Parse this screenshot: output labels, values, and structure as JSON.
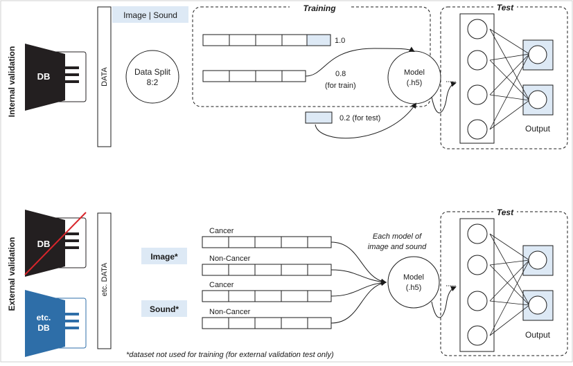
{
  "internal": {
    "side_label": "Internal validation",
    "db_label": "DB",
    "data_label": "DATA",
    "image_sound_label": "Image | Sound",
    "split_line1": "Data Split",
    "split_line2": "8:2",
    "training_title": "Training",
    "val_full": "1.0",
    "val_train": "0.8",
    "val_train_note": "(for train)",
    "val_test": "0.2 (for test)",
    "model_line1": "Model",
    "model_line2": "(.h5)",
    "test_title": "Test",
    "output_label": "Output"
  },
  "external": {
    "side_label": "External validation",
    "db_label": "DB",
    "etc_db_line1": "etc.",
    "etc_db_line2": "DB",
    "data_label": "etc. DATA",
    "image_label": "Image*",
    "sound_label": "Sound*",
    "row_labels": [
      "Cancer",
      "Non-Cancer",
      "Cancer",
      "Non-Cancer"
    ],
    "each_model_line1": "Each model of",
    "each_model_line2": "image and sound",
    "model_line1": "Model",
    "model_line2": "(.h5)",
    "test_title": "Test",
    "output_label": "Output",
    "footnote": "*dataset not used for training (for external validation test only)"
  },
  "colors": {
    "light_blue": "#dde9f5",
    "label_box": "#dde9f5",
    "db_dark": "#231f20",
    "db_blue": "#2e6ea8",
    "cross_red": "#d9252b"
  }
}
